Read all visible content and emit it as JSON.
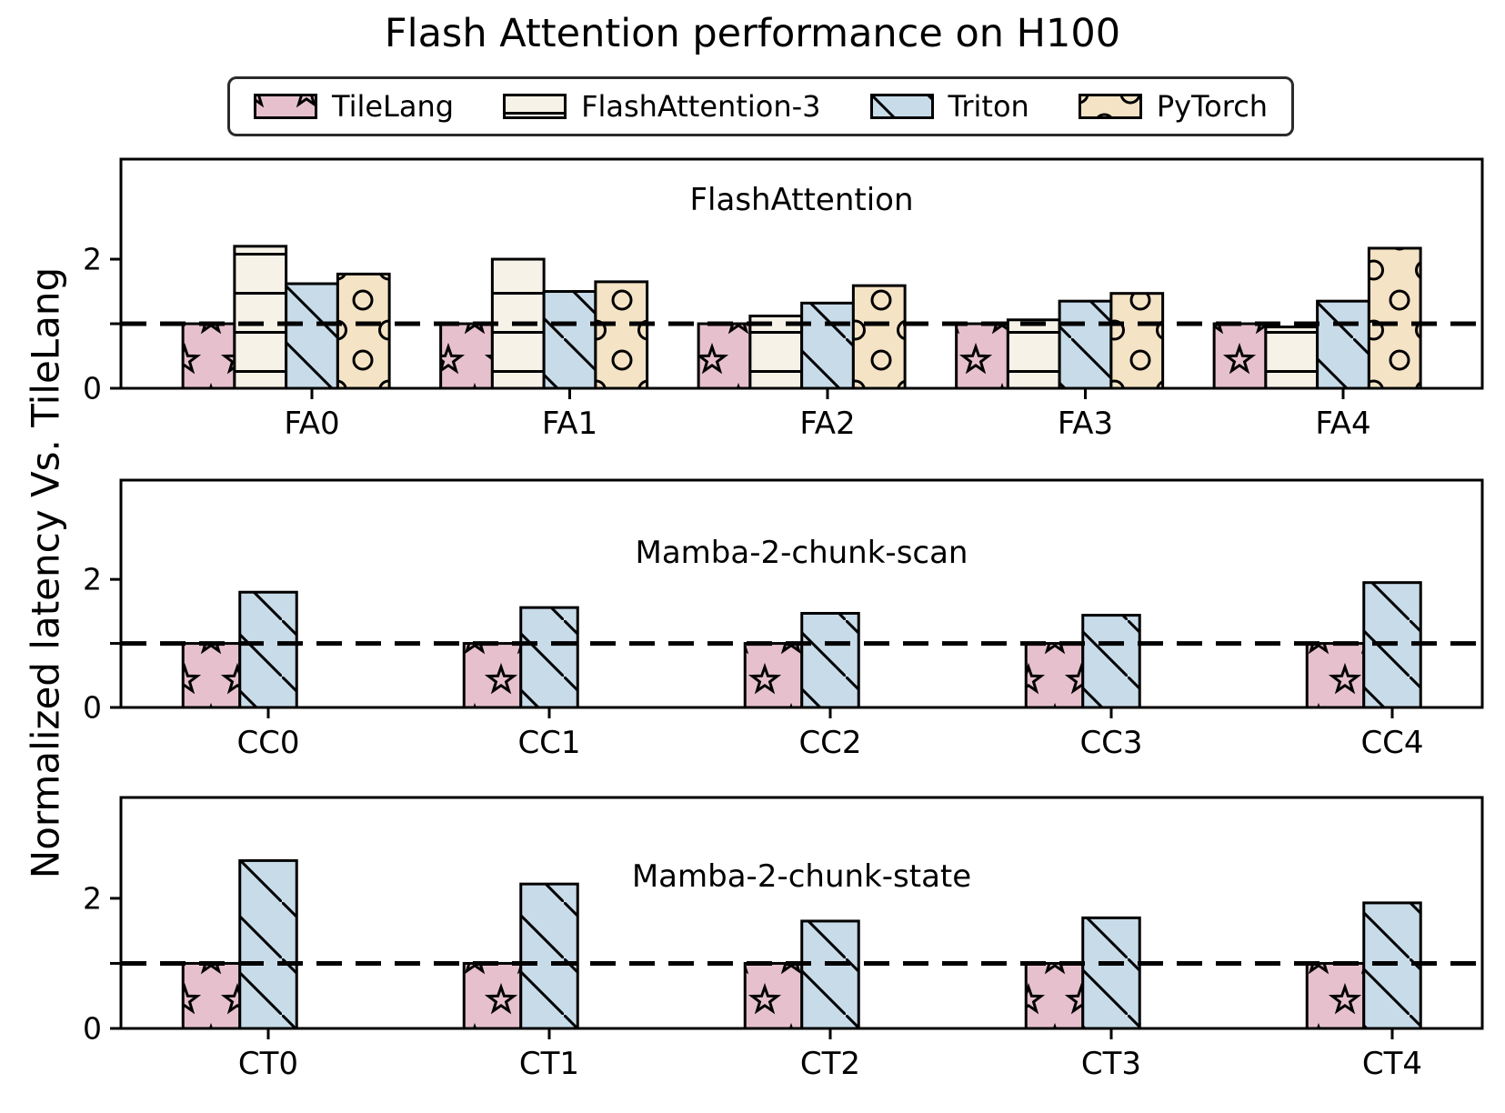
{
  "title": "Flash Attention performance on H100",
  "ylabel": "Normalized latency Vs. TileLang",
  "legend": {
    "items": [
      {
        "label": "TileLang",
        "color": "#e6c1cd",
        "hatch": "star"
      },
      {
        "label": "FlashAttention-3",
        "color": "#f6f2e7",
        "hatch": "hline"
      },
      {
        "label": "Triton",
        "color": "#c8dbe9",
        "hatch": "diag"
      },
      {
        "label": "PyTorch",
        "color": "#f4e3c5",
        "hatch": "circle"
      }
    ]
  },
  "reference_line": {
    "value": 1.0,
    "style": "dashed",
    "color": "#000000"
  },
  "axis": {
    "yticks": [
      0,
      1,
      2
    ],
    "ytick_labels": {
      "0": "0",
      "2": "2"
    },
    "ylim": [
      0,
      3.55
    ]
  },
  "chart_data": [
    {
      "type": "bar",
      "title": "FlashAttention",
      "categories": [
        "FA0",
        "FA1",
        "FA2",
        "FA3",
        "FA4"
      ],
      "series": [
        {
          "name": "TileLang",
          "values": [
            1.0,
            1.0,
            1.0,
            1.0,
            1.0
          ]
        },
        {
          "name": "FlashAttention-3",
          "values": [
            2.2,
            2.0,
            1.12,
            1.06,
            0.95
          ]
        },
        {
          "name": "Triton",
          "values": [
            1.62,
            1.5,
            1.32,
            1.35,
            1.35
          ]
        },
        {
          "name": "PyTorch",
          "values": [
            1.77,
            1.65,
            1.59,
            1.47,
            2.17
          ]
        }
      ],
      "ylim": [
        0,
        3.55
      ],
      "baseline": 1.0,
      "grid": false,
      "legend_position": "figure-top"
    },
    {
      "type": "bar",
      "title": "Mamba-2-chunk-scan",
      "categories": [
        "CC0",
        "CC1",
        "CC2",
        "CC3",
        "CC4"
      ],
      "series": [
        {
          "name": "TileLang",
          "values": [
            1.0,
            1.0,
            1.0,
            1.0,
            1.0
          ]
        },
        {
          "name": "Triton",
          "values": [
            1.8,
            1.56,
            1.47,
            1.44,
            1.95
          ]
        }
      ],
      "ylim": [
        0,
        3.55
      ],
      "baseline": 1.0,
      "grid": false,
      "legend_position": "figure-top"
    },
    {
      "type": "bar",
      "title": "Mamba-2-chunk-state",
      "categories": [
        "CT0",
        "CT1",
        "CT2",
        "CT3",
        "CT4"
      ],
      "series": [
        {
          "name": "TileLang",
          "values": [
            1.0,
            1.0,
            1.0,
            1.0,
            1.0
          ]
        },
        {
          "name": "Triton",
          "values": [
            2.58,
            2.22,
            1.65,
            1.7,
            1.93
          ]
        }
      ],
      "ylim": [
        0,
        3.55
      ],
      "baseline": 1.0,
      "grid": false,
      "legend_position": "figure-top"
    }
  ]
}
